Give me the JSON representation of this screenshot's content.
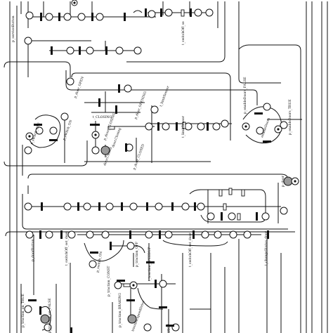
{
  "diagram": {
    "labels": {
      "p_serviceButton": "p_serviceButton",
      "t_switchOff_set": "t_switchOff_se",
      "p_switch_off": "p_switch_OFF",
      "p_switch_on": "p_switch_ON",
      "p_door_open": "p_door_OPEN",
      "t_closing": "t_CLOSING",
      "p_door_opening": "p_door_OPENING",
      "t_limitsensor_top": "t_limitSensor",
      "t_limitsensor": "t_limitSensor",
      "p_door_closing": "p_door_CLOSING",
      "door_closing": "door.Closing",
      "door_closed": "door.Closed",
      "p_door_closed": "p_door_CLOSED",
      "p_enable_doors_false": "p_enableDoors_FALSE",
      "enable_doors": "enableDoors",
      "p_enable_doors_true": "p_enableDoors_TRUE",
      "p_door": "p_door",
      "p_door_button": "p_doorButton",
      "t_switchoff_set_door": "t_switchOff_set_door",
      "p_switch_on_2": "p_switch_ON",
      "p_traction_off": "p_traction_OFF",
      "t_traction_speedup": "t_traction_SPEEDUP",
      "t_switchoff_set_door_2": "t_switchOff_set_door",
      "t_change_status_door": "t_changeStatus_door",
      "p_traction_on_true": "p_traction_on_TRUE",
      "p_traction_on_false": "p_traction_on_FALSE",
      "p_traction_const": "p_traction_CONST",
      "p_traction_braking": "p_traction_BRAKING",
      "traction_speed": "traction.speedDrive",
      "stop": "STOP"
    }
  }
}
